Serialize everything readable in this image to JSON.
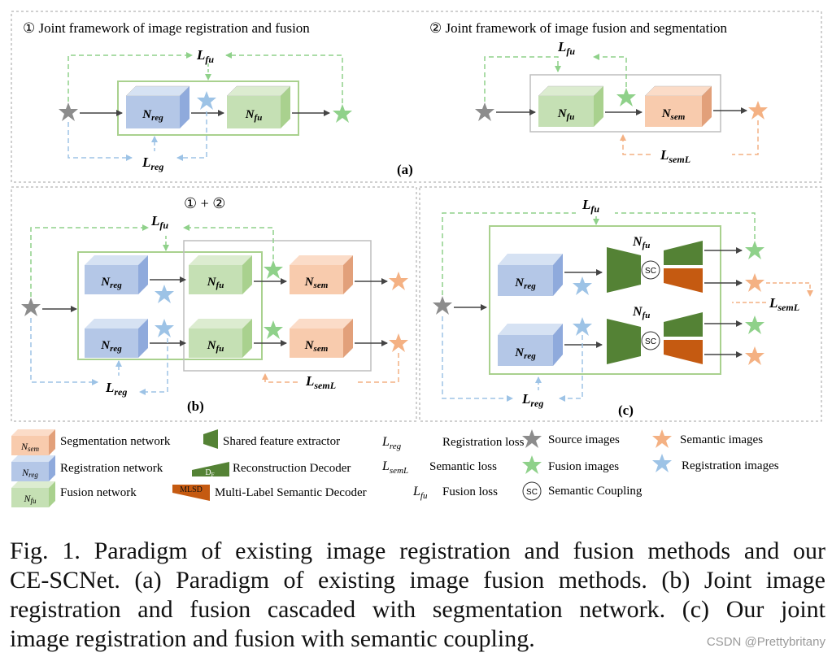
{
  "panel_a": {
    "header_1": "①  Joint framework of image registration and fusion",
    "header_2": "②  Joint framework of image fusion and segmentation",
    "label": "(a)"
  },
  "panel_b": {
    "header": "① + ②",
    "label": "(b)"
  },
  "panel_c": {
    "label": "(c)"
  },
  "networks": {
    "reg_base": "N",
    "reg_sub": "reg",
    "fu_base": "N",
    "fu_sub": "fu",
    "sem_base": "N",
    "sem_sub": "sem"
  },
  "losses": {
    "fu_base": "L",
    "fu_sub": "fu",
    "reg_base": "L",
    "reg_sub": "reg",
    "sem_base": "L",
    "sem_sub": "semL"
  },
  "sc_symbol": "SC",
  "legend": {
    "segmentation": "Segmentation network",
    "registration": "Registration network",
    "fusion": "Fusion network",
    "shared_extractor": "Shared feature extractor",
    "reconstruction": "Reconstruction Decoder",
    "reconstruction_icon": "D",
    "reconstruction_icon_sub": "F",
    "multilabel": "Multi-Label Semantic Decoder",
    "multilabel_icon": "MLSD",
    "reg_loss": "Registration loss",
    "sem_loss": "Semantic loss",
    "fu_loss": "Fusion loss",
    "source_images": "Source images",
    "fusion_images": "Fusion images",
    "semantic_images": "Semantic images",
    "registration_images": "Registration images",
    "semantic_coupling": "Semantic Coupling"
  },
  "caption_lines": [
    "Fig. 1.   Paradigm of existing image registration and fusion methods and our",
    "CE-SCNet. (a) Paradigm of existing image fusion methods. (b) Joint image",
    "registration and fusion cascaded with segmentation network. (c) Our joint",
    "image registration and fusion with semantic coupling."
  ],
  "watermark": "CSDN @Prettybritany",
  "colors": {
    "reg_blue": "#b4c7e7",
    "fu_green": "#c5e0b4",
    "sem_orange": "#f8cbad",
    "green_dark": "#548235",
    "orange_dark": "#c55a11",
    "source_gray": "#8c8c8c",
    "fusion_star": "#8fd18a",
    "sem_star": "#f4b183",
    "reg_star": "#9dc3e6"
  }
}
